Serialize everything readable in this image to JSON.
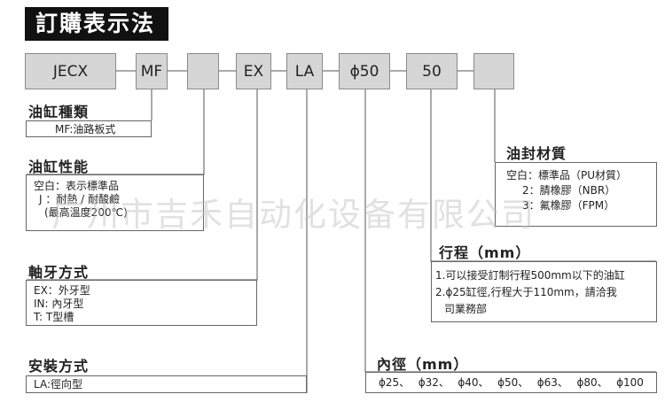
{
  "title": "訂購表示法",
  "code_segments": [
    "JECX",
    "MF",
    "",
    "EX",
    "LA",
    "ϕ50",
    "50",
    ""
  ],
  "sections": {
    "cylinder_type": {
      "heading": "油缸種類",
      "items": [
        "MF:油路板式"
      ]
    },
    "cylinder_performance": {
      "heading": "油缸性能",
      "items": [
        "空白：表示標準品",
        "J ：耐熱 / 耐酸鹼",
        "(最高溫度200℃)"
      ]
    },
    "thread_type": {
      "heading": "軸牙方式",
      "items": [
        "EX：外牙型",
        "IN:  內牙型",
        "T:    T型槽"
      ]
    },
    "mounting": {
      "heading": "安裝方式",
      "items": [
        "LA:徑向型"
      ]
    },
    "seal_material": {
      "heading": "油封材質",
      "items": [
        "空白：標準品（PU材質）",
        "2：腈橡膠（NBR）",
        "3：氟橡膠（FPM）"
      ]
    },
    "stroke": {
      "heading": "行程（mm）",
      "items": [
        "1.可以接受訂制行程500mm以下的油缸",
        "2.ϕ25缸徑,行程大于110mm，請洽我",
        "司業務部"
      ]
    },
    "bore": {
      "heading": "內徑（mm）",
      "items": [
        "ϕ25、",
        "ϕ32、",
        "ϕ40、",
        "ϕ50、",
        "ϕ63、",
        "ϕ80、",
        "ϕ100"
      ]
    }
  },
  "watermark": "广州市吉禾自动化设备有限公司",
  "colors": {
    "segment_fill": "#d6d6d6",
    "banner_bg": "#111111",
    "line": "#555555"
  }
}
